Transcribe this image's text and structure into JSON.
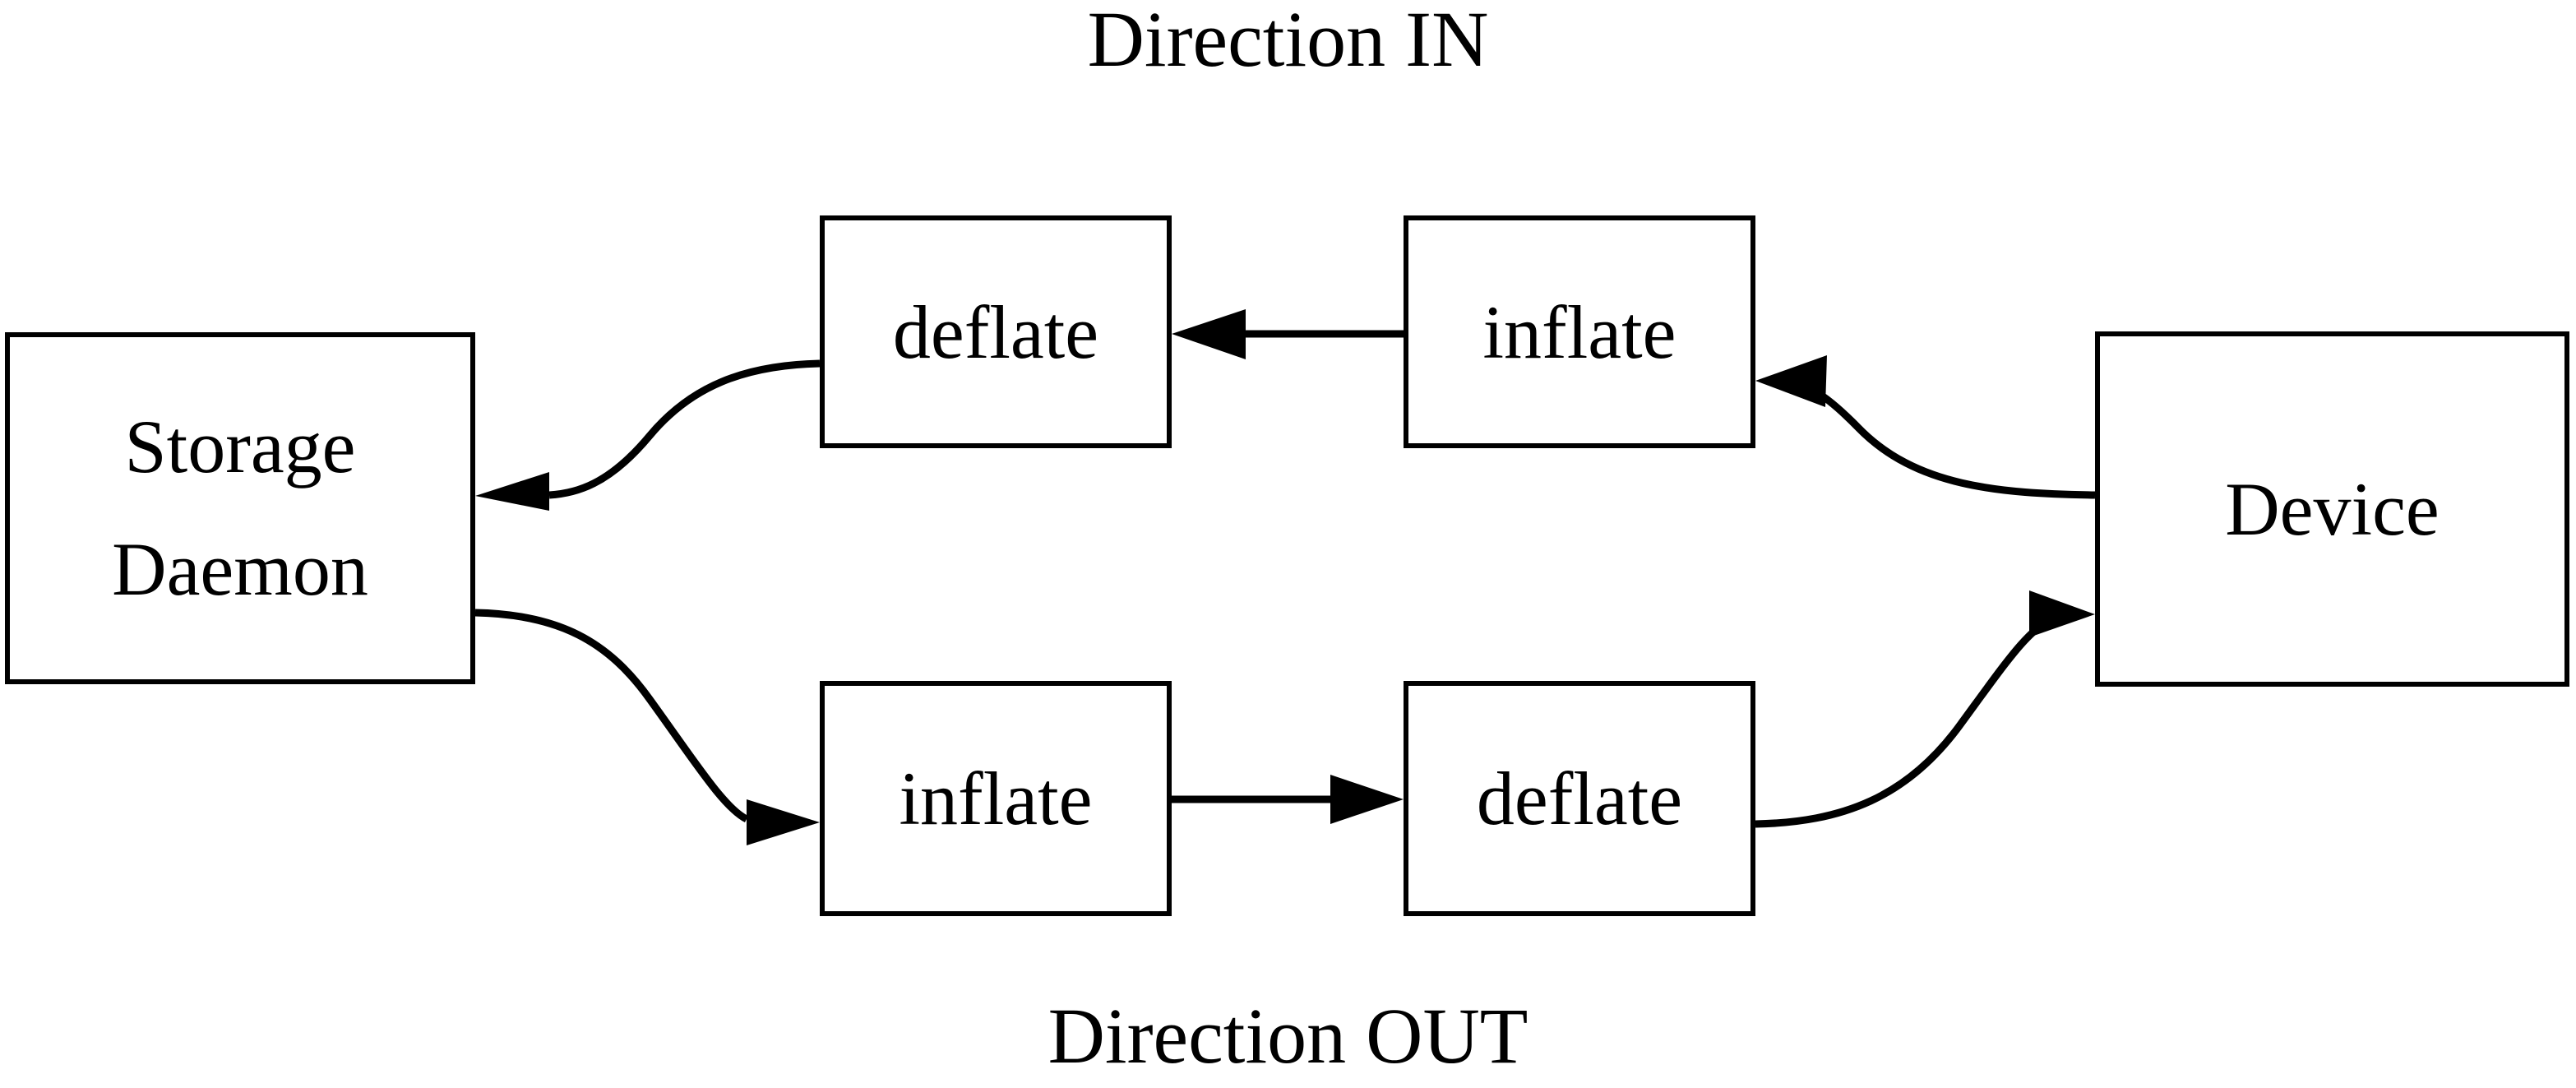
{
  "diagram": {
    "title_top": "Direction IN",
    "title_bottom": "Direction OUT",
    "stroke_color": "#000000",
    "background_color": "#ffffff",
    "nodes": [
      {
        "id": "storage-daemon",
        "label_line1": "Storage",
        "label_line2": "Daemon"
      },
      {
        "id": "deflate-in",
        "label": "deflate"
      },
      {
        "id": "inflate-in",
        "label": "inflate"
      },
      {
        "id": "device",
        "label": "Device"
      },
      {
        "id": "inflate-out",
        "label": "inflate"
      },
      {
        "id": "deflate-out",
        "label": "deflate"
      }
    ],
    "edges": [
      {
        "id": "device-to-inflate-in",
        "from": "device",
        "to": "inflate-in",
        "style": "curved",
        "direction": "right-to-left"
      },
      {
        "id": "inflate-in-to-deflate-in",
        "from": "inflate-in",
        "to": "deflate-in",
        "style": "straight",
        "direction": "right-to-left"
      },
      {
        "id": "deflate-in-to-storage",
        "from": "deflate-in",
        "to": "storage-daemon",
        "style": "curved",
        "direction": "right-to-left"
      },
      {
        "id": "storage-to-inflate-out",
        "from": "storage-daemon",
        "to": "inflate-out",
        "style": "curved",
        "direction": "left-to-right"
      },
      {
        "id": "inflate-out-to-deflate-out",
        "from": "inflate-out",
        "to": "deflate-out",
        "style": "straight",
        "direction": "left-to-right"
      },
      {
        "id": "deflate-out-to-device",
        "from": "deflate-out",
        "to": "device",
        "style": "curved",
        "direction": "left-to-right"
      }
    ]
  }
}
